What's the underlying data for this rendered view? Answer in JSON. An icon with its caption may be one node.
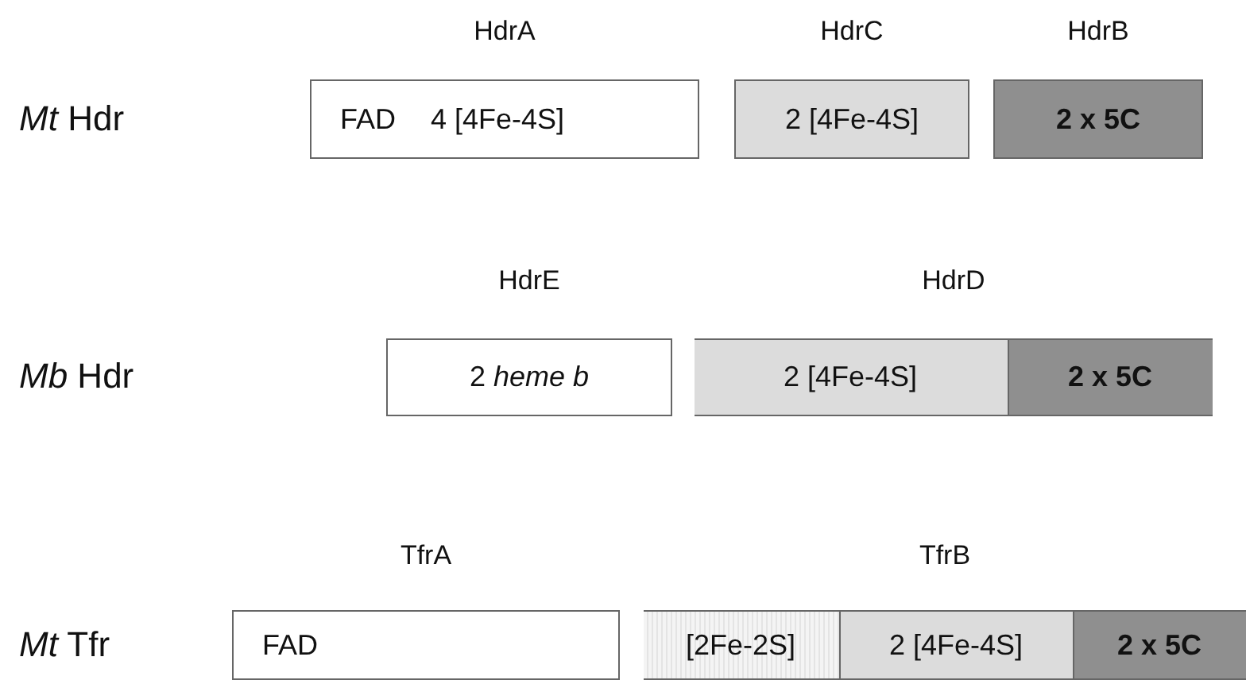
{
  "diagram": {
    "nodes": [
      {
        "text": [
          "HdrA",
          "FAD",
          "4 [4Fe-4S]"
        ]
      },
      {
        "text": [
          "HdrC",
          "2 [4Fe-4S]"
        ]
      },
      {
        "text": [
          "HdrB",
          "2 x 5C"
        ]
      },
      {
        "text": [
          "HdrE",
          "2 *heme b*"
        ]
      },
      {
        "text": [
          "HdrD"
        ]
      },
      {
        "text": [
          "2 [4Fe-4S]"
        ],
        "in": 4
      },
      {
        "text": [
          "2 x 5C"
        ],
        "in": 4
      },
      {
        "text": [
          "TfrA",
          "FAD"
        ]
      },
      {
        "text": [
          "TfrB"
        ]
      },
      {
        "text": [
          "[2Fe-2S]"
        ],
        "in": 8
      },
      {
        "text": [
          "2 [4Fe-4S]"
        ],
        "in": 8
      },
      {
        "text": [
          "2 x 5C"
        ],
        "in": 8
      }
    ],
    "labels": [
      "*Mt* Hdr",
      "*Mb* Hdr",
      "*Mt* Tfr"
    ]
  }
}
